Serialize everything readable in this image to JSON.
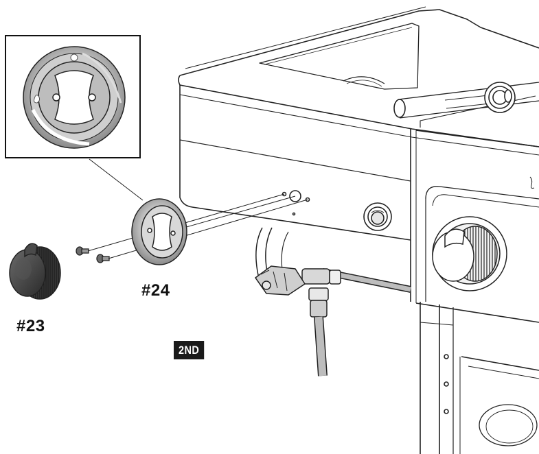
{
  "parts": {
    "knob_label": "#23",
    "bezel_label": "#24"
  },
  "step_badge": "2ND",
  "colors": {
    "line": "#222222",
    "metal": "#bdbdbd",
    "knob_dark": "#3a3a3a",
    "badge_bg": "#1a1a1a"
  },
  "icons": [
    "knob-icon",
    "bezel-icon",
    "screw-icon",
    "flame-indicator-icon"
  ]
}
